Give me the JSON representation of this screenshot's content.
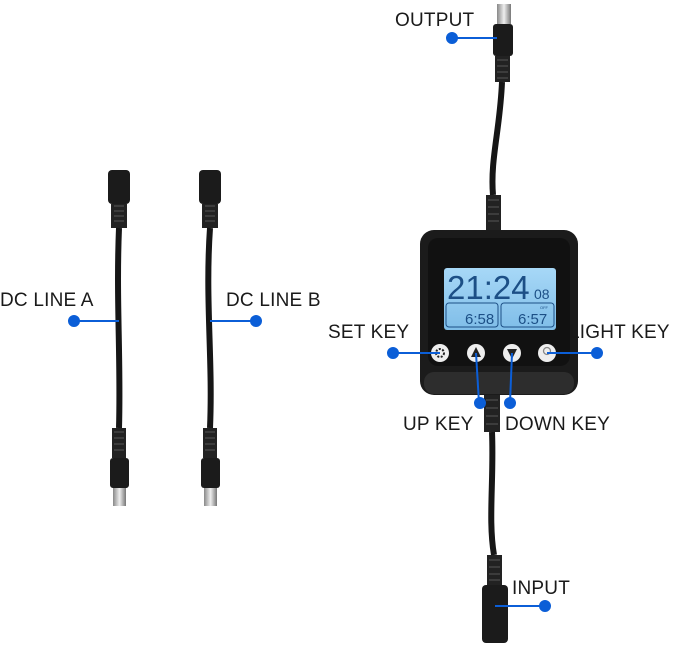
{
  "labels": {
    "output": "OUTPUT",
    "dc_line_a": "DC LINE A",
    "dc_line_b": "DC LINE B",
    "set_key": "SET KEY",
    "light_key": "LIGHT KEY",
    "up_key": "UP KEY",
    "down_key": "DOWN KEY",
    "input": "INPUT"
  },
  "lcd": {
    "time": "21:24",
    "seconds": "08",
    "on_time": "6:58",
    "off_label": "OFF",
    "off_time": "6:57"
  },
  "colors": {
    "callout": "#0b5ed7",
    "lcd_bg": "#8ec9f0",
    "lcd_text": "#1c4f86",
    "device": "#1b1b1b"
  }
}
